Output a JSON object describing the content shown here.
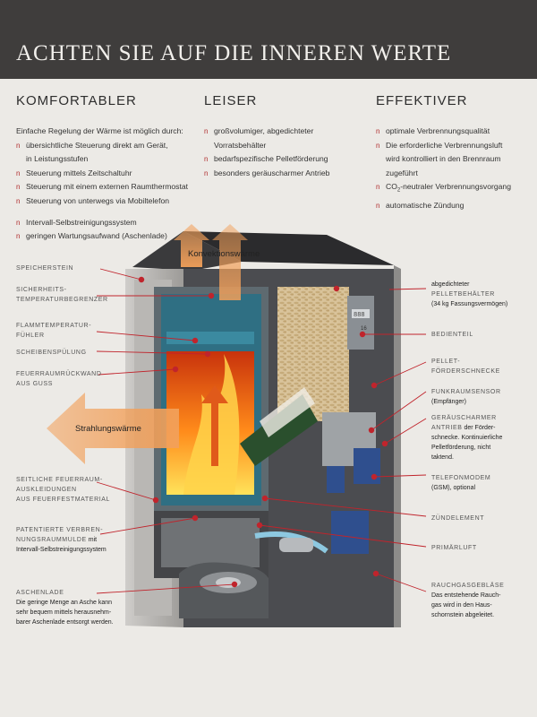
{
  "banner": {
    "title": "ACHTEN SIE AUF DIE INNEREN WERTE"
  },
  "columns": [
    {
      "heading": "KOMFORTABLER",
      "intro": "Einfache Regelung der Wärme ist möglich durch:",
      "items": [
        {
          "line1": "übersichtliche Steuerung direkt am Gerät,",
          "line2": "in Leistungsstufen"
        },
        {
          "line1": "Steuerung mittels Zeitschaltuhr"
        },
        {
          "line1": "Steuerung mit einem externen Raumthermostat"
        },
        {
          "line1": "Steuerung von unterwegs via Mobiltelefon"
        }
      ],
      "extra": [
        {
          "line1": "Intervall-Selbstreinigungssystem"
        },
        {
          "line1": "geringen Wartungsaufwand (Aschenlade)"
        }
      ]
    },
    {
      "heading": "LEISER",
      "items": [
        {
          "line1": "großvolumiger, abgedichteter",
          "line2": "Vorratsbehälter"
        },
        {
          "line1": "bedarfspezifische Pelletförderung"
        },
        {
          "line1": "besonders geräuscharmer Antrieb"
        }
      ]
    },
    {
      "heading": "EFFEKTIVER",
      "items": [
        {
          "line1": "optimale Verbrennungsqualität"
        },
        {
          "line1": "Die erforderliche Verbrennungsluft",
          "line2": "wird kontrolliert in den Brennraum",
          "line3": "zugeführt"
        },
        {
          "line1_pre": "CO",
          "line1_sub": "2",
          "line1_post": "-neutraler Verbrennungsvorgang"
        },
        {
          "line1": "automatische Zündung"
        }
      ]
    }
  ],
  "arrows": {
    "convection": "Konvektionswärme",
    "radiation": "Strahlungswärme"
  },
  "labels_left": {
    "speicherstein": "SPEICHERSTEIN",
    "sicherheits_1": "SICHERHEITS-",
    "sicherheits_2": "TEMPERATURBEGRENZER",
    "flamm_1": "FLAMMTEMPERATUR-",
    "flamm_2": "FÜHLER",
    "scheiben": "SCHEIBENSPÜLUNG",
    "rueck_1": "FEUERRAUMRÜCKWAND",
    "rueck_2": "AUS GUSS",
    "seit_1": "SEITLICHE FEUERRAUM-",
    "seit_2": "AUSKLEIDUNGEN",
    "seit_3": "AUS FEUERFESTMATERIAL",
    "mulde_1": "PATENTIERTE VERBREN-",
    "mulde_2": "NUNGSRAUMMULDE",
    "mulde_2_tail": " mit",
    "mulde_3": "Intervall-Selbstreinigungssystem",
    "asche": "ASCHENLADE",
    "asche_d1": "Die geringe Menge an Asche kann",
    "asche_d2": "sehr bequem mittels herausnehm-",
    "asche_d3": "barer Aschenlade entsorgt werden."
  },
  "labels_right": {
    "behaelter_0": "abgedichteter",
    "behaelter_1": "PELLETBEHÄLTER",
    "behaelter_2": "(34 kg Fassungsvermögen)",
    "bedien": "BEDIENTEIL",
    "schnecke_1": "PELLET-",
    "schnecke_2": "FÖRDERSCHNECKE",
    "funk_1": "FUNKRAUMSENSOR",
    "funk_2": "(Empfänger)",
    "antrieb_1": "GERÄUSCHARMER",
    "antrieb_2": "ANTRIEB",
    "antrieb_2_tail": " der Förder-",
    "antrieb_3": "schnecke. Kontinuierliche",
    "antrieb_4": "Pelletförderung, nicht",
    "antrieb_5": "taktend.",
    "modem_1": "TELEFONMODEM",
    "modem_2": "(GSM), optional",
    "zuend": "ZÜNDELEMENT",
    "primaer": "PRIMÄRLUFT",
    "geblaese_1": "RAUCHGASGEBLÄSE",
    "geblaese_2": "Das entstehende Rauch-",
    "geblaese_3": "gas wird in den Haus-",
    "geblaese_4": "schornstein abgeleitet."
  },
  "colors": {
    "banner": "#3f3d3c",
    "bullet": "#b03030",
    "marker": "#c0242c",
    "arrow": "#f2a05a",
    "pellets": "#d9c39a"
  },
  "display": {
    "readout": "888",
    "value": "16"
  }
}
